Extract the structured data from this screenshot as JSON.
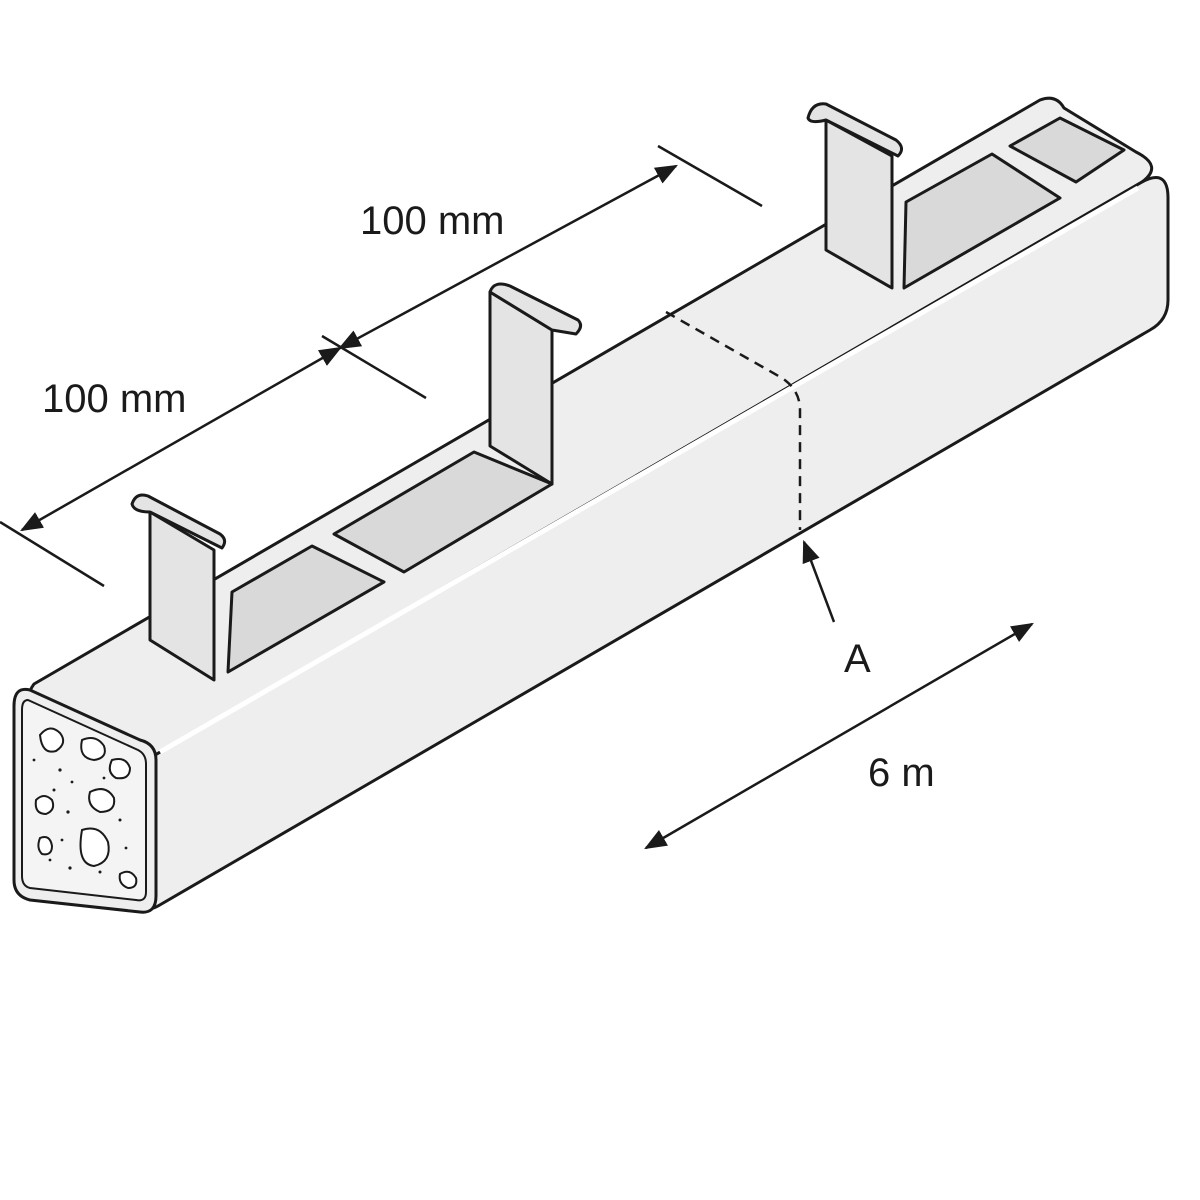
{
  "figure": {
    "dimension_1": "100 mm",
    "dimension_2": "100 mm",
    "section_label": "A",
    "length_label": "6 m"
  },
  "colors": {
    "outline": "#1a1a1a",
    "body_fill": "#eeeeee",
    "slot_fill": "#d9d9d9",
    "tab_fill": "#e4e4e4",
    "background": "#ffffff"
  }
}
